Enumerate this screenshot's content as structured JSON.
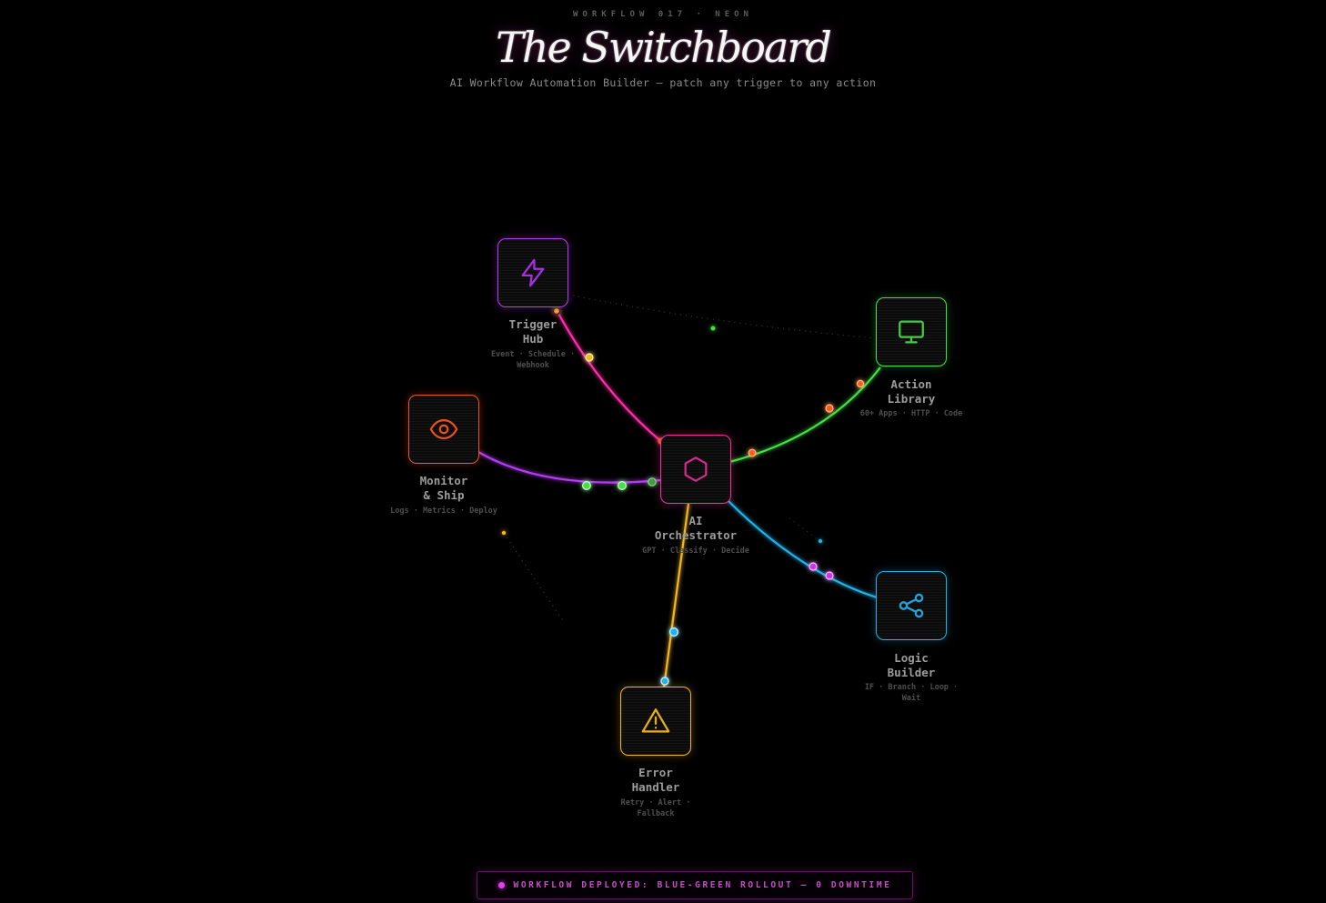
{
  "header": {
    "eyebrow": "WORKFLOW 017 · NEON",
    "title": "The Switchboard",
    "subtitle": "AI Workflow Automation Builder — patch any trigger to any action"
  },
  "colors": {
    "trigger": "#b23cf0",
    "action": "#44e04a",
    "monitor": "#f0561c",
    "orchestrator": "#f0309a",
    "logic": "#20b2e8",
    "error": "#f2b81c",
    "background": "#000000"
  },
  "nodes": [
    {
      "id": "trigger",
      "title": "Trigger\nHub",
      "sub": "Event · Schedule · Webhook",
      "icon": "lightning-icon"
    },
    {
      "id": "action",
      "title": "Action\nLibrary",
      "sub": "60+ Apps · HTTP · Code",
      "icon": "monitor-icon"
    },
    {
      "id": "monitor",
      "title": "Monitor\n& Ship",
      "sub": "Logs · Metrics · Deploy",
      "icon": "eye-icon"
    },
    {
      "id": "orchestrator",
      "title": "AI\nOrchestrator",
      "sub": "GPT · Classify · Decide",
      "icon": "hexagon-icon"
    },
    {
      "id": "logic",
      "title": "Logic\nBuilder",
      "sub": "IF · Branch · Loop · Wait",
      "icon": "share-icon"
    },
    {
      "id": "error",
      "title": "Error\nHandler",
      "sub": "Retry · Alert · Fallback",
      "icon": "warning-icon"
    }
  ],
  "connections": [
    {
      "from": "trigger",
      "to": "orchestrator",
      "color": "#ff2fa8"
    },
    {
      "from": "orchestrator",
      "to": "action",
      "color": "#44e04a"
    },
    {
      "from": "monitor",
      "to": "orchestrator",
      "color": "#b23cf0"
    },
    {
      "from": "orchestrator",
      "to": "logic",
      "color": "#20b2e8"
    },
    {
      "from": "orchestrator",
      "to": "error",
      "color": "#f2b81c"
    }
  ],
  "status": {
    "text": "WORKFLOW DEPLOYED: BLUE-GREEN ROLLOUT — 0 DOWNTIME"
  }
}
